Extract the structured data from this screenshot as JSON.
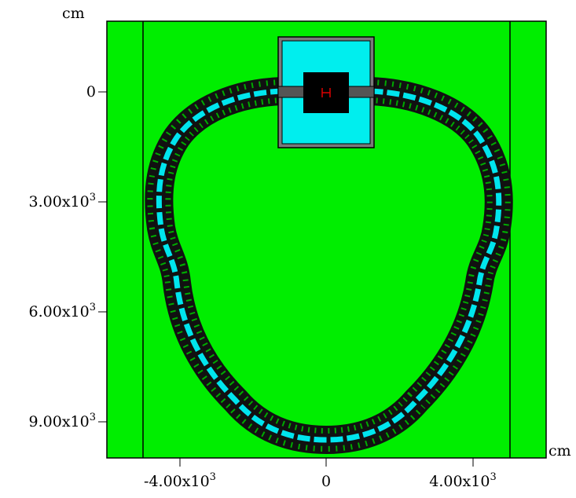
{
  "units": {
    "y_unit": "cm",
    "x_unit": "cm"
  },
  "axes": {
    "y_ticks": [
      {
        "value": 0,
        "label": "0",
        "exp": ""
      },
      {
        "value": 3000,
        "label": "3.00x10",
        "exp": "3"
      },
      {
        "value": 6000,
        "label": "6.00x10",
        "exp": "3"
      },
      {
        "value": 9000,
        "label": "9.00x10",
        "exp": "3"
      }
    ],
    "x_ticks": [
      {
        "value": -4000,
        "label": "-4.00x10",
        "exp": "3"
      },
      {
        "value": 0,
        "label": "0",
        "exp": ""
      },
      {
        "value": 4000,
        "label": "4.00x10",
        "exp": "3"
      }
    ]
  },
  "colors": {
    "background_region": "#00ee00",
    "ring_dark": "#111111",
    "ring_inner": "#00e5ee",
    "hall": "#00eeee",
    "hall_border": "#6a6a6a",
    "detector": "#000000",
    "detector_mark": "#dd0000"
  },
  "icons": [
    "detector-marker-icon"
  ]
}
